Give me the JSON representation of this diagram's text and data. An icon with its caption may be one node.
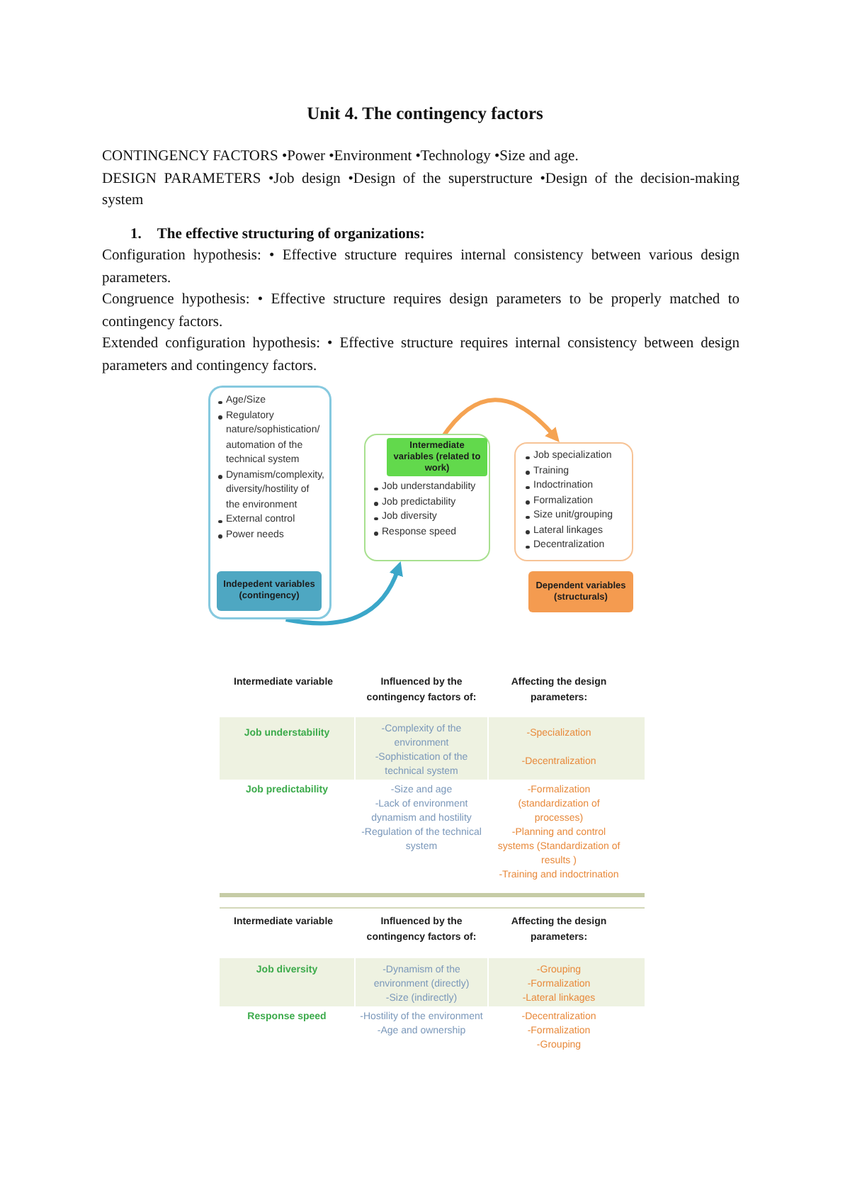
{
  "diagram": {
    "title": "Unit 4. The contingency factors",
    "nodes": [
      {
        "text": [
          "Age/Size",
          "Regulatory nature/sophistication/automation of the technical system",
          "Dynamism/complexity, diversity/hostility of the environment",
          "External control",
          "Power needs"
        ]
      },
      {
        "text": [
          "Indepedent variables (contingency)"
        ],
        "in": 0
      },
      {
        "text": [
          "Job understandability",
          "Job predictability",
          "Job diversity",
          "Response speed"
        ]
      },
      {
        "text": [
          "Intermediate variables (related to work)"
        ],
        "in": 2
      },
      {
        "text": [
          "Job specialization",
          "Training",
          "Indoctrination",
          "Formalization",
          "Size unit/grouping",
          "Lateral linkages",
          "Decentralization"
        ]
      },
      {
        "text": [
          "Dependent variables (structurals)"
        ]
      }
    ],
    "edges": [
      {
        "from": 0,
        "to": 2,
        "arrow": "to",
        "color": "#3ba7c9"
      },
      {
        "from": 3,
        "to": 4,
        "arrow": "to",
        "color": "#f5a352"
      }
    ],
    "labels": [
      "CONTINGENCY FACTORS •Power •Environment •Technology •Size and age.",
      "DESIGN PARAMETERS •Job design •Design of the superstructure •Design of the decision-making system",
      "1.",
      "The effective structuring of organizations:",
      "Configuration hypothesis: • Effective structure requires internal consistency between various design parameters.",
      "Congruence hypothesis: • Effective structure requires design parameters to be properly matched to contingency factors.",
      "Extended configuration hypothesis: • Effective structure requires internal consistency between design parameters and contingency factors.",
      "Intermediate variable",
      "Influenced by the contingency factors of:",
      "Affecting the design parameters:",
      "Job understability",
      "-Complexity of the environment",
      "-Sophistication of the technical system",
      "-Specialization",
      "-Decentralization",
      "Job predictability",
      "-Size and age",
      "-Lack of environment dynamism and hostility",
      "-Regulation of the technical system",
      "-Formalization (standardization of processes)",
      "-Planning and control systems (Standardization of results )",
      "-Training and indoctrination",
      "Intermediate variable",
      "Influenced by the contingency factors of:",
      "Affecting the design parameters:",
      "Job diversity",
      "-Dynamism of the environment (directly)",
      "-Size (indirectly)",
      "-Grouping",
      "-Formalization",
      "-Lateral linkages",
      "Response speed",
      "-Hostility of the environment",
      "-Age and ownership",
      "-Decentralization",
      "-Formalization",
      "-Grouping"
    ]
  }
}
